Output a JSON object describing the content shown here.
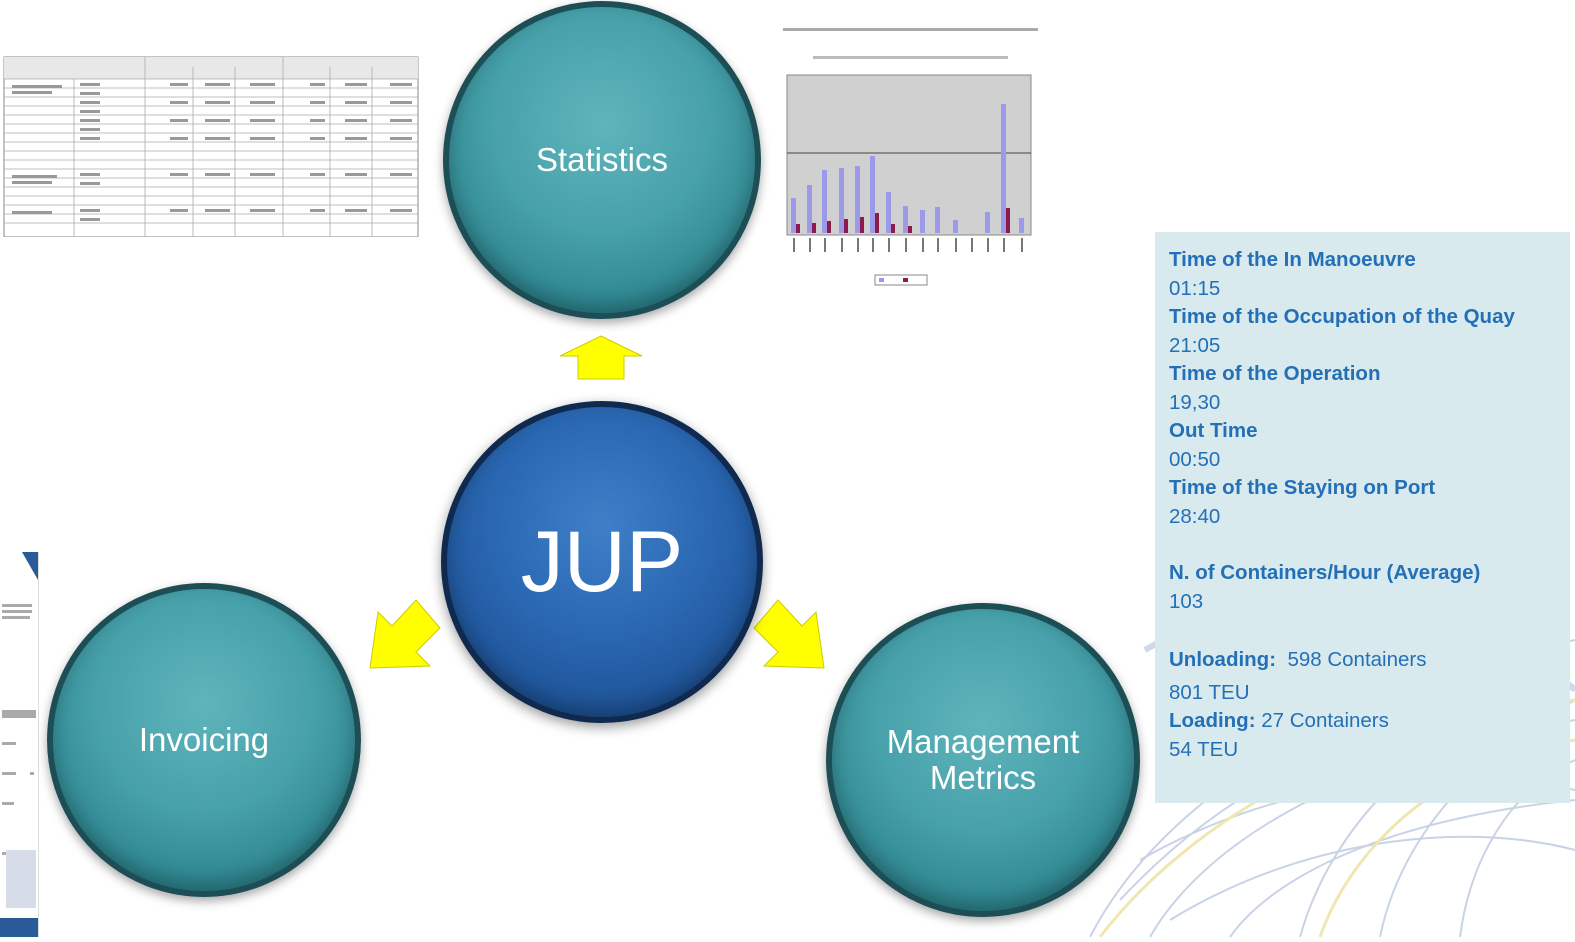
{
  "center": {
    "label": "JUP"
  },
  "statistics": {
    "label": "Statistics"
  },
  "invoicing": {
    "label": "Invoicing"
  },
  "management": {
    "label": "Management\nMetrics"
  },
  "metrics": {
    "in_manoeuvre_label": "Time of the In Manoeuvre",
    "in_manoeuvre_value": "01:15",
    "occupation_label": "Time of the Occupation of the Quay",
    "occupation_value": "21:05",
    "operation_label": "Time of the Operation",
    "operation_value": "19,30",
    "out_label": "Out Time",
    "out_value": "00:50",
    "staying_label": "Time of the Staying on Port",
    "staying_value": "28:40",
    "containers_hour_label": "N. of Containers/Hour (Average)",
    "containers_hour_value": "103",
    "unloading_label": "Unloading:",
    "unloading_containers": "598 Containers",
    "unloading_teu": "801 TEU",
    "loading_label": "Loading:",
    "loading_containers": "27 Containers",
    "loading_teu": "54 TEU"
  },
  "colors": {
    "teal": "#47a1aa",
    "blue": "#2a67b2",
    "arrow": "#ffff00",
    "metrics_text": "#2370b7",
    "metrics_bg": "#d8eaee"
  },
  "icons": [
    "arrow-up-icon",
    "arrow-down-left-icon",
    "arrow-down-right-icon"
  ]
}
